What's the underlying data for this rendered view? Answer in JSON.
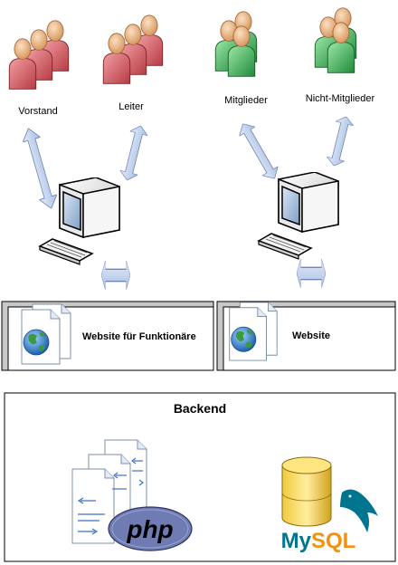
{
  "groups": {
    "vorstand": "Vorstand",
    "leiter": "Leiter",
    "mitglieder": "Mitglieder",
    "nicht_mitglieder": "Nicht-Mitglieder"
  },
  "websites": {
    "funktionaere": "Website für Funktionäre",
    "public": "Website"
  },
  "backend": {
    "title": "Backend",
    "php_logo": "php",
    "mysql_logo": "MySQL"
  },
  "colors": {
    "people_red": "#d9646a",
    "people_green": "#3fb55a",
    "arrow_fill": "#c6d6ee",
    "arrow_stroke": "#6f86b7",
    "website_box": "#c8c8c8",
    "php_blue": "#6f7cb4",
    "mysql_blue": "#00758f",
    "mysql_orange": "#f29111"
  },
  "icons": {
    "people": "people-group-icon",
    "computer": "desktop-computer-icon",
    "document": "web-document-icon",
    "code_files": "code-files-icon",
    "database": "database-icon",
    "php": "php-logo",
    "mysql": "mysql-logo"
  }
}
